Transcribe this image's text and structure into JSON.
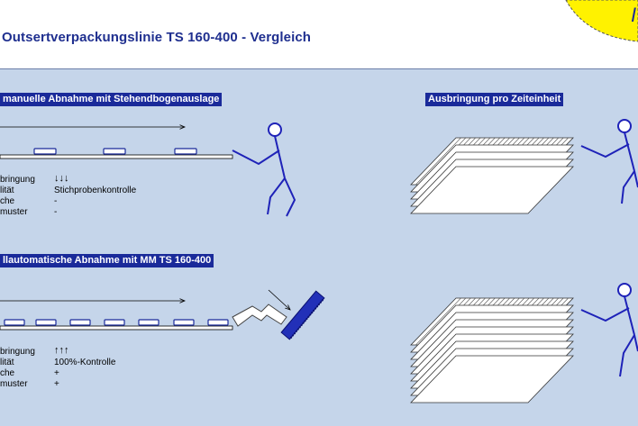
{
  "title": "Outsertverpackungslinie TS 160-400 - Vergleich",
  "badge_text": "I",
  "colors": {
    "panel": "#c5d5ea",
    "highlight": "#1a2a9a",
    "title": "#1f2f8f",
    "figure": "#1e22b8",
    "badge": "#fff200"
  },
  "section1": {
    "heading": "manuelle Abnahme mit Stehendbogenauslage",
    "right_heading": "Ausbringung pro Zeiteinheit",
    "rows": [
      {
        "label": "bringung",
        "value": "↓↓↓"
      },
      {
        "label": "lität",
        "value": "Stichprobenkontrolle"
      },
      {
        "label": "che",
        "value": "-"
      },
      {
        "label": "muster",
        "value": "-"
      }
    ]
  },
  "section2": {
    "heading": "llautomatische Abnahme mit MM TS 160-400",
    "rows": [
      {
        "label": "bringung",
        "value": "↑↑↑"
      },
      {
        "label": "lität",
        "value": "100%-Kontrolle"
      },
      {
        "label": "che",
        "value": "+"
      },
      {
        "label": "muster",
        "value": "+"
      }
    ]
  }
}
